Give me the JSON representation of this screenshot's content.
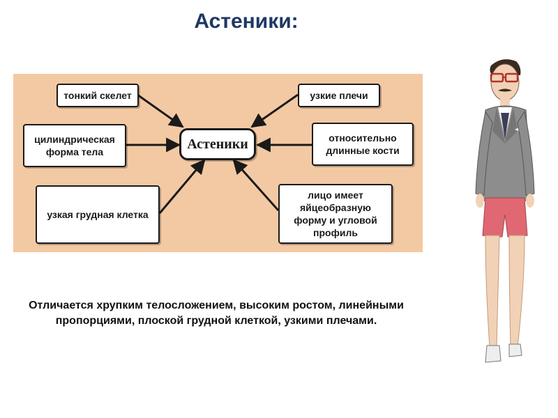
{
  "title": "Астеники:",
  "diagram": {
    "center": "Астеники",
    "nodes": {
      "thin_skeleton": "тонкий скелет",
      "cylindrical_body": "цилиндрическая форма тела",
      "narrow_chest": "узкая грудная клетка",
      "narrow_shoulders": "узкие плечи",
      "long_bones": "относительно длинные кости",
      "oval_face": "лицо имеет яйцеобразную форму и угловой профиль"
    }
  },
  "caption": "Отличается хрупким телосложением, высоким ростом, линейными пропорциями, плоской грудной клеткой, узкими плечами.",
  "colors": {
    "title": "#1f3864",
    "diagram_background": "#f3c9a3",
    "node_border": "#1a1a1a"
  }
}
